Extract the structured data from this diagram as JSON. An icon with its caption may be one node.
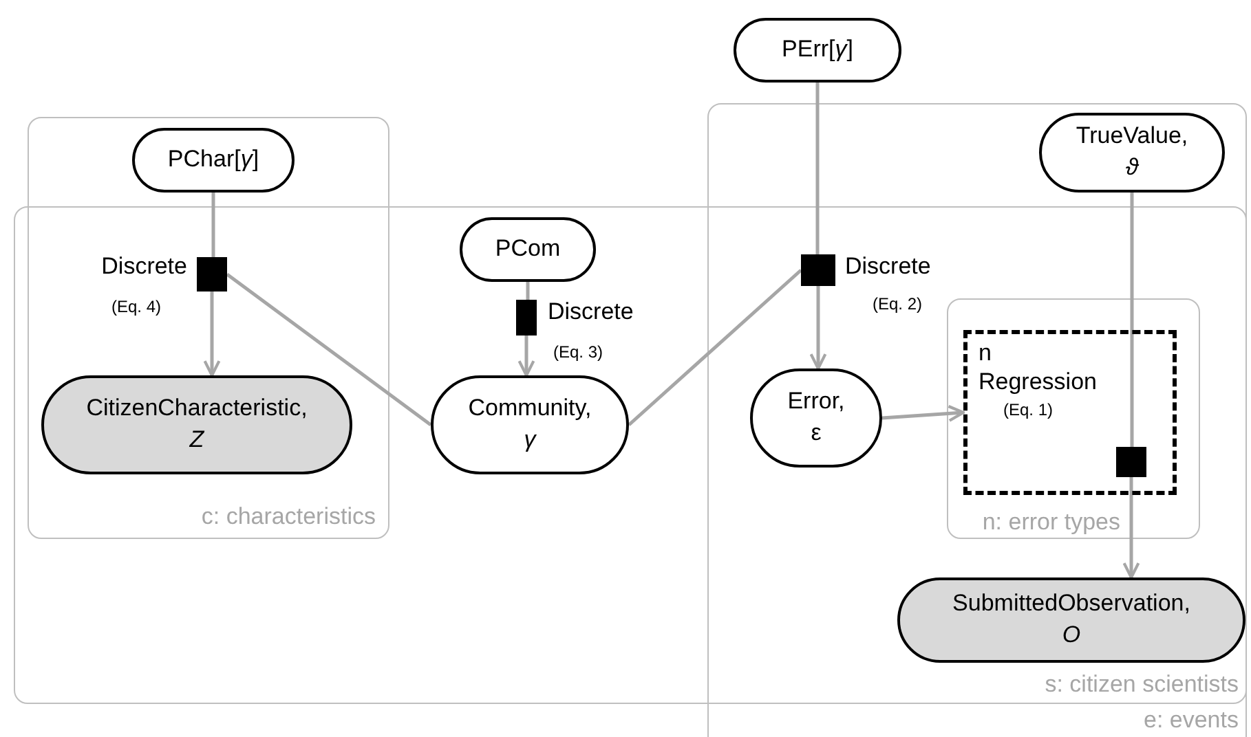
{
  "diagram": {
    "nodes": [
      {
        "text": [
          "PChar[*γ*]"
        ]
      },
      {
        "text": [
          "PCom"
        ]
      },
      {
        "text": [
          "PErr[*γ*]"
        ]
      },
      {
        "text": [],
        "shape": "box",
        "beside": [
          "Discrete",
          "(Eq. 4)"
        ]
      },
      {
        "text": [],
        "shape": "box",
        "beside": [
          "Discrete",
          "(Eq. 3)"
        ]
      },
      {
        "text": [],
        "shape": "box",
        "beside": [
          "Discrete",
          "(Eq. 2)"
        ]
      },
      {
        "text": [
          "CitizenCharacteristic, *Z*"
        ]
      },
      {
        "text": [
          "Community, *γ*"
        ]
      },
      {
        "text": [
          "Error, ε"
        ]
      },
      {
        "text": [
          "TrueValue, *ϑ*"
        ]
      },
      {
        "text": [
          "n",
          "Regression",
          "(Eq. 1)"
        ]
      },
      {
        "text": [],
        "shape": "box",
        "in": 10
      },
      {
        "text": [
          "SubmittedObservation, *O*"
        ]
      }
    ],
    "edges": [
      {
        "from": 0,
        "to": 3,
        "arrow": "none"
      },
      {
        "from": 3,
        "to": 6,
        "arrow": "to"
      },
      {
        "from": 3,
        "to": 7,
        "arrow": "none"
      },
      {
        "from": 1,
        "to": 4,
        "arrow": "none"
      },
      {
        "from": 4,
        "to": 7,
        "arrow": "to"
      },
      {
        "from": 2,
        "to": 5,
        "arrow": "none"
      },
      {
        "from": 5,
        "to": 8,
        "arrow": "to"
      },
      {
        "from": 5,
        "to": 7,
        "arrow": "none"
      },
      {
        "from": 8,
        "to": 10,
        "arrow": "to"
      },
      {
        "from": 9,
        "to": 11,
        "arrow": "none"
      },
      {
        "from": 11,
        "to": 12,
        "arrow": "to"
      }
    ],
    "labels": [
      "c: characteristics",
      "n: error types",
      "s: citizen scientists",
      "e: events"
    ]
  }
}
